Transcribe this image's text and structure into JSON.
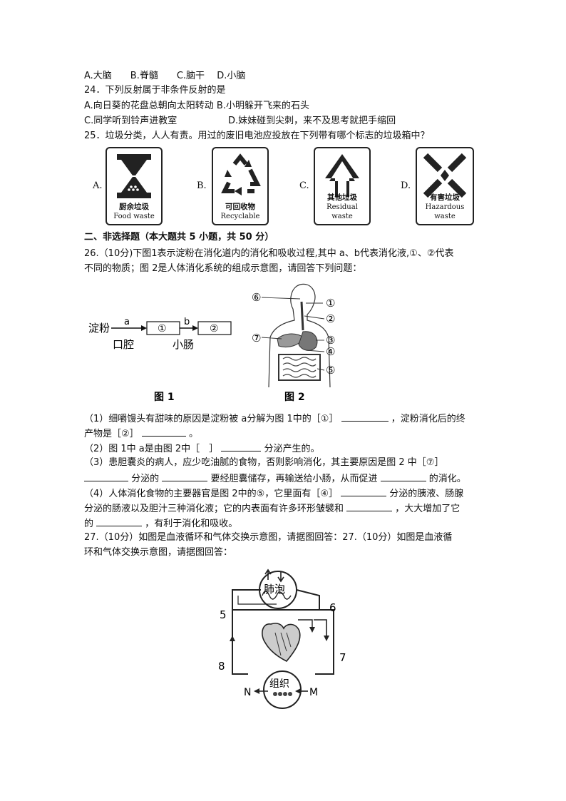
{
  "q23_options": "A.大脑　　B.脊髓　　C.脑干　 D.小脑",
  "q24": {
    "stem": "24．下列反射属于非条件反射的是",
    "line1": "A.向日葵的花盘总朝向太阳转动 B.小明躲开飞来的石头",
    "line2c": "C.同学听到铃声进教室",
    "line2d": "D.妹妹碰到尖刺，来不及思考就把手缩回"
  },
  "q25": {
    "stem": "25．垃圾分类，人人有责。用过的废旧电池应投放在下列带有哪个标志的垃圾箱中？",
    "bins": [
      {
        "letter": "A.",
        "zh": "厨余垃圾",
        "en": "Food waste"
      },
      {
        "letter": "B.",
        "zh": "可回收物",
        "en": "Recyclable"
      },
      {
        "letter": "C.",
        "zh": "其他垃圾",
        "en": "Residual waste"
      },
      {
        "letter": "D.",
        "zh": "有害垃圾",
        "en": "Hazardous waste"
      }
    ]
  },
  "section2": "二、非选择题（本大题共 5 小题，共 50 分）",
  "q26": {
    "stem1": "26.（10分)下图1表示淀粉在消化道内的消化和吸收过程,其中 a、b代表消化液,①、②代表",
    "stem2": "不同的物质；图 2是人体消化系统的组成示意图，请回答下列问题：",
    "fig1": {
      "start": "淀粉",
      "a": "a",
      "b": "b",
      "box1": "①",
      "box2": "②",
      "site1": "口腔",
      "site2": "小肠",
      "caption": "图 1"
    },
    "fig2": {
      "n1": "①",
      "n2": "②",
      "n3": "③",
      "n4": "④",
      "n5": "⑤",
      "n6": "⑥",
      "n7": "⑦",
      "caption": "图 2"
    },
    "s1a": "（1）细嚼馒头有甜味的原因是淀粉被 a分解为图 1中的［①］",
    "s1b": "，淀粉消化后的终",
    "s1c": "产物是［②］",
    "s1d": "。",
    "s2a": "（2）图 1中 a是由图 2中［　］",
    "s2b": "分泌产生的。",
    "s3a": "（3）患胆囊炎的病人，应少吃油腻的食物，否则影响消化，其主要原因是图 2 中［⑦］",
    "s3b": "分泌的",
    "s3c": "要经胆囊储存，再输送给小肠，从而促进",
    "s3d": "的消化。",
    "s4a": "（4）人体消化食物的主要器官是图 2中的⑤，它里面有［④］",
    "s4b": "分泌的胰液、肠腺",
    "s4c": "分泌的肠液以及胆汁三种消化液；它的内表面有许多环形皱襞和",
    "s4d": "，大大增加了它",
    "s4e": "的",
    "s4f": "，有利于消化和吸收。"
  },
  "q27": {
    "stem1": "27.（10分）如图是血液循环和气体交换示意图，请据图回答：27.（10分）如图是血液循",
    "stem2": "环和气体交换示意图，请据图回答：",
    "fig": {
      "alveoli": "肺泡",
      "tissue": "组织",
      "n5": "5",
      "n6": "6",
      "n7": "7",
      "n8": "8",
      "N": "N",
      "M": "M"
    }
  }
}
